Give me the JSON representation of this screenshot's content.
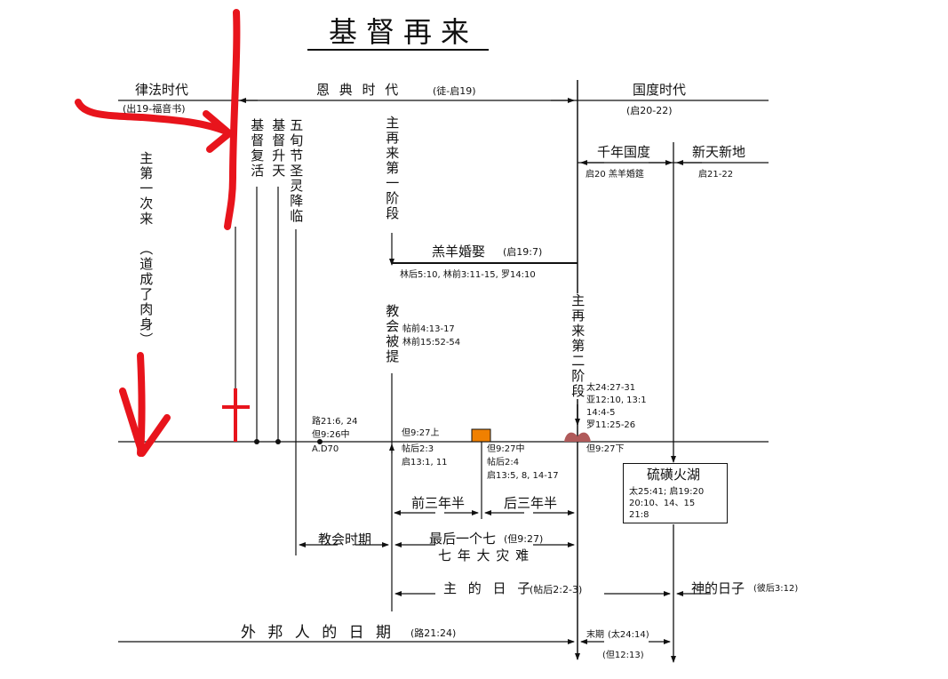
{
  "title": "基督再来",
  "eras": {
    "law": {
      "label": "律法时代",
      "ref": "(出19-福音书)"
    },
    "grace": {
      "label": "恩 典 时 代",
      "ref": "(徒-启19)"
    },
    "kingdom": {
      "label": "国度时代",
      "ref": "(启20-22)"
    },
    "millennium": {
      "label": "千年国度",
      "ref": "启20  羔羊婚筵"
    },
    "new_heaven": {
      "label": "新天新地",
      "ref": "启21-22"
    }
  },
  "vertical_labels": {
    "first_coming": "主第一次来",
    "incarnation": "（道成了肉身）",
    "resurrection": "基督复活",
    "ascension": "基督升天",
    "pentecost": "五旬节圣灵降临",
    "second_coming_stage1": "主再来第一阶段",
    "rapture": "教会被提",
    "second_coming_stage2": "主再来第二阶段"
  },
  "wedding": {
    "label": "羔羊婚娶",
    "ref": "(启19:7)",
    "refs2": "林后5:10, 林前3:11-15, 罗14:10"
  },
  "rapture_refs": [
    "帖前4:13-17",
    "林前15:52-54"
  ],
  "second_refs": [
    "太24:27-31",
    "亚12:10, 13:1",
    "14:4-5",
    "罗11:25-26"
  ],
  "timeline_refs": {
    "luke": "路21:6, 24",
    "dan926": "但9:26中",
    "ad70": "A.D70",
    "dan927_top": "但9:27上",
    "thess2_3": "帖后2:3",
    "rev13_1": "启13:1, 11",
    "dan927_mid": "但9:27中",
    "thess2_4": "帖后2:4",
    "rev13_5": "启13:5, 8, 14-17",
    "dan927_bottom": "但9:27下"
  },
  "lake": {
    "label": "硫磺火湖",
    "refs": [
      "太25:41; 启19:20",
      "20:10、14、15",
      "21:8"
    ]
  },
  "periods": {
    "first_half": "前三年半",
    "second_half": "后三年半",
    "church_age": "教会时期",
    "last_seven": "最后一个七",
    "last_seven_ref": "(但9:27)",
    "tribulation": "七 年 大 灾 难",
    "lords_day": "主 的 日 子",
    "lords_day_ref": "(帖后2:2-3)",
    "gods_day": "神的日子",
    "gods_day_ref": "(彼后3:12)",
    "gentiles": "外 邦 人 的 日 期",
    "gentiles_ref": "(路21:24)",
    "end_label": "末期",
    "end_ref": "(太24:14)",
    "dan1213": "(但12:13)"
  },
  "colors": {
    "annotation_red": "#e8141c",
    "orange_marker": "#f08000",
    "mound": "#b05a5a",
    "line": "#111111"
  }
}
